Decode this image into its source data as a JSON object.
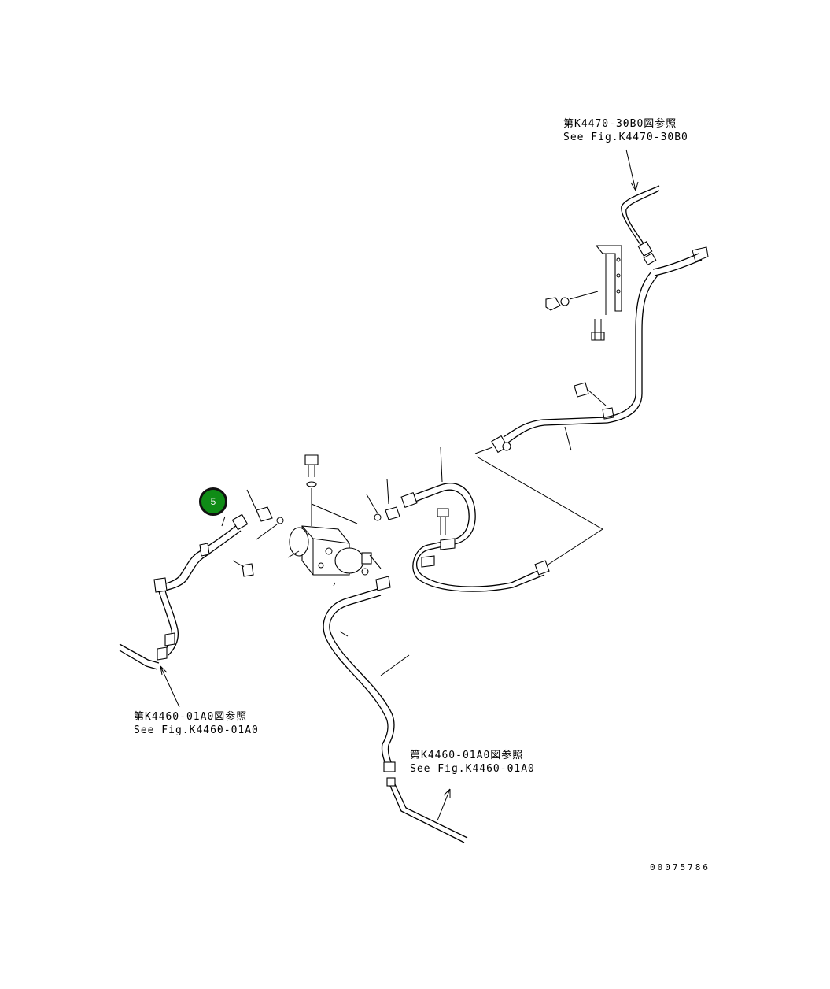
{
  "references": {
    "top": {
      "jp": "第K4470-30B0図参照",
      "en": "See Fig.K4470-30B0"
    },
    "left": {
      "jp": "第K4460-01A0図参照",
      "en": "See Fig.K4460-01A0"
    },
    "bottom": {
      "jp": "第K4460-01A0図参照",
      "en": "See Fig.K4460-01A0"
    }
  },
  "callout": {
    "label": "5",
    "color": "#0f8c16"
  },
  "drawing_number": "00075786"
}
